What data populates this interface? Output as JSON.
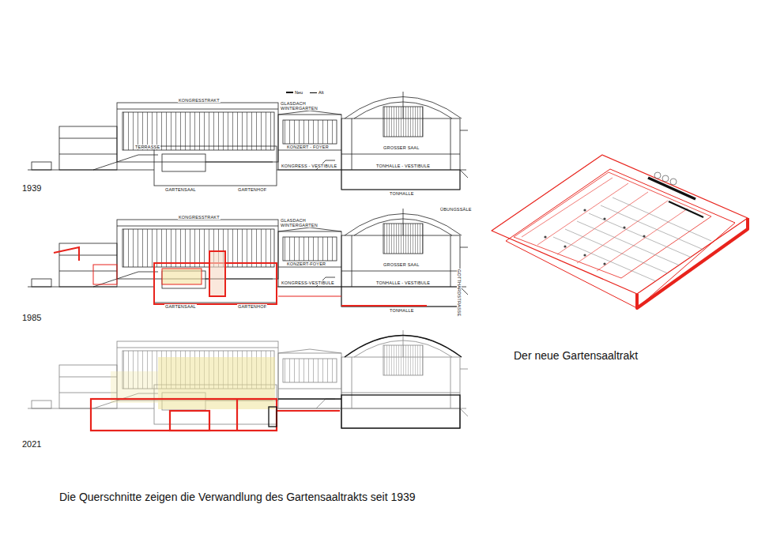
{
  "diagram": {
    "caption": "Die Querschnitte zeigen die Verwandlung des Gartensaaltrakts seit 1939",
    "labels": [
      "1939",
      "1985",
      "2021",
      "Der neue Gartensaaltrakt",
      "KONGRESSTRAKT",
      "GLASDACH WINTERGARTEN",
      "TERRASSE",
      "KONZERT - FOYER",
      "GROSSER SAAL",
      "KONGRESS - VESTIBULE",
      "TONHALLE - VESTIBULE",
      "GARTENSAAL",
      "GARTENHOF",
      "TONHALLE",
      "KONGRESSTRAKT",
      "GLASDACH WINTERGARTEN",
      "ÜBUNGSSÄLE",
      "KONZERT-FOYER",
      "GROSSER SAAL",
      "KONGRESS-VESTIBULE",
      "TONHALLE - VESTIBULE",
      "GARTENSAAL",
      "GARTENHOF",
      "TONHALLE",
      "GOTTHARDSTRASSE"
    ],
    "legend": [
      {
        "text": "Neu"
      },
      {
        "text": "Alt"
      }
    ]
  }
}
